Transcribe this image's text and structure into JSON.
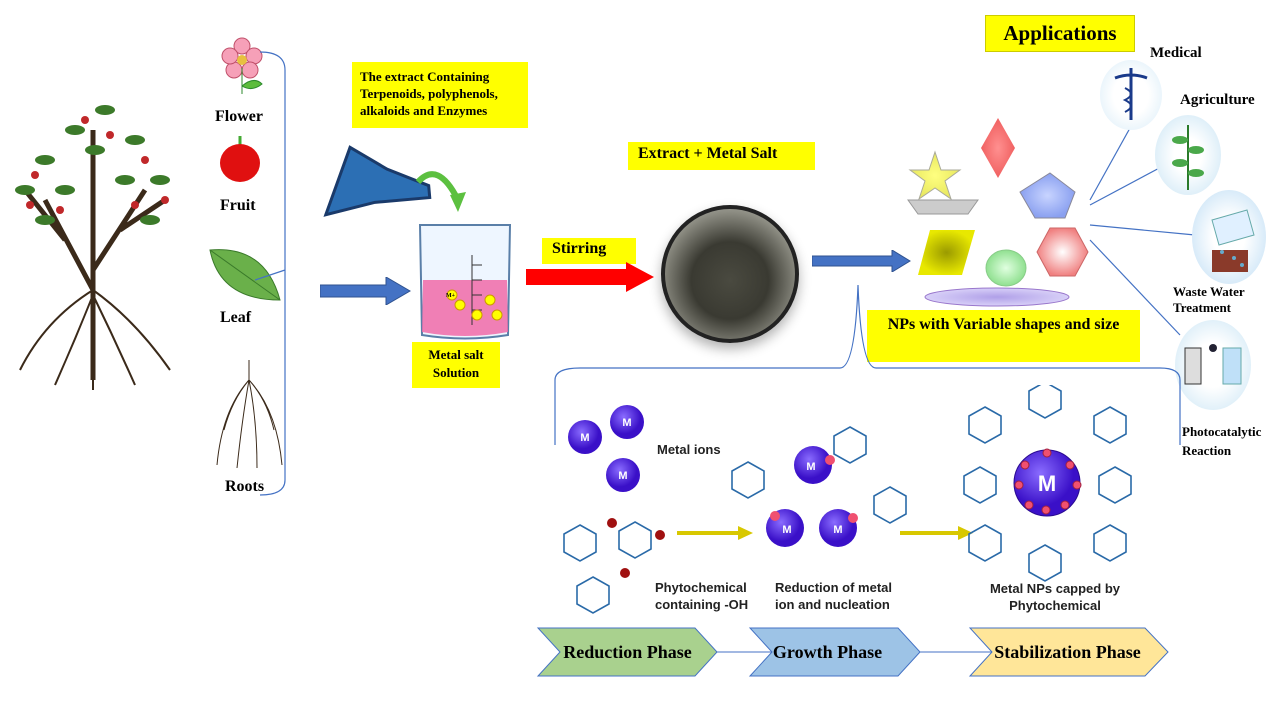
{
  "sources": {
    "flower": "Flower",
    "fruit": "Fruit",
    "leaf": "Leaf",
    "roots": "Roots"
  },
  "extract_box": "The  extract Containing Terpenoids, polyphenols, alkaloids and Enzymes",
  "metal_salt": "Metal salt Solution",
  "beaker_ion_label": "M+",
  "stirring": "Stirring",
  "extract_metal": "Extract + Metal Salt",
  "nps_box": "NPs  with Variable shapes and size",
  "applications": {
    "title": "Applications",
    "items": [
      "Medical",
      "Agriculture",
      "Waste Water Treatment",
      "Photocatalytic Reaction"
    ]
  },
  "mechanism": {
    "metal_symbol": "M",
    "metal_ions": "Metal ions",
    "phytochemical": "Phytochemical containing -OH",
    "reduction": "Reduction of metal ion and nucleation",
    "capped": "Metal NPs capped by Phytochemical"
  },
  "phases": [
    "Reduction Phase",
    "Growth Phase",
    "Stabilization Phase"
  ],
  "colors": {
    "yellow_box": "#ffff00",
    "arrow_blue": "#4472c4",
    "arrow_red": "#ff0000",
    "reduction": "#a9d18e",
    "growth": "#9dc3e6",
    "stabilization": "#ffe699",
    "metal": "#4b1fd1"
  }
}
